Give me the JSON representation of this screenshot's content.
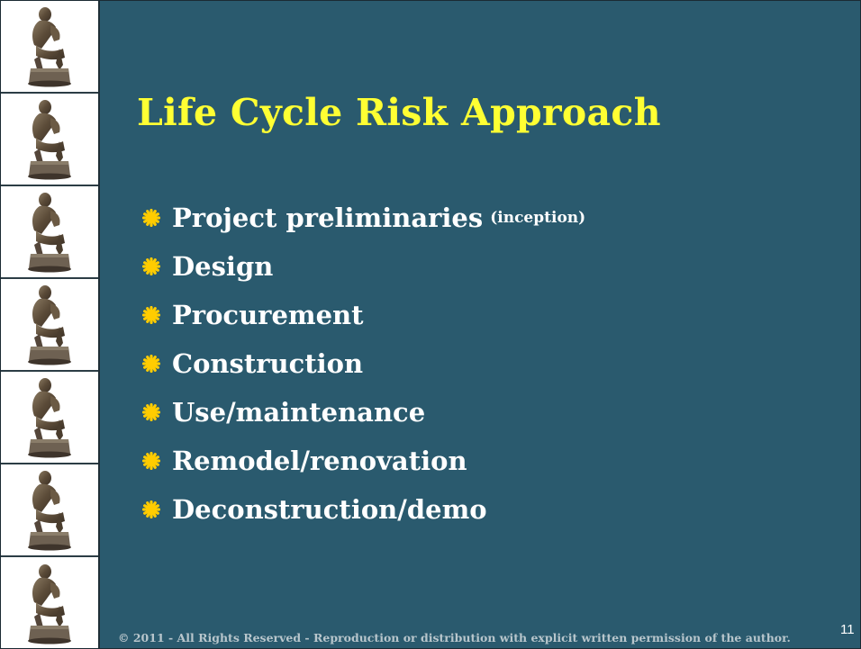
{
  "slide": {
    "title": "Life Cycle Risk Approach",
    "bullets": [
      {
        "text": "Project preliminaries",
        "note": "(inception)"
      },
      {
        "text": "Design",
        "note": ""
      },
      {
        "text": "Procurement",
        "note": ""
      },
      {
        "text": "Construction",
        "note": ""
      },
      {
        "text": "Use/maintenance",
        "note": ""
      },
      {
        "text": "Remodel/renovation",
        "note": ""
      },
      {
        "text": "Deconstruction/demo",
        "note": ""
      }
    ],
    "footer": "© 2011 - All Rights Reserved - Reproduction or distribution with explicit written permission of the author.",
    "page_number": "11"
  },
  "sidebar": {
    "image_count": 7,
    "icon": "thinker-statue-icon"
  },
  "colors": {
    "background": "#2a5a6e",
    "title": "#ffff33",
    "bullet_text": "#ffffff",
    "bullet_icon": "#ffcc00",
    "footer": "#b8c6cc"
  }
}
